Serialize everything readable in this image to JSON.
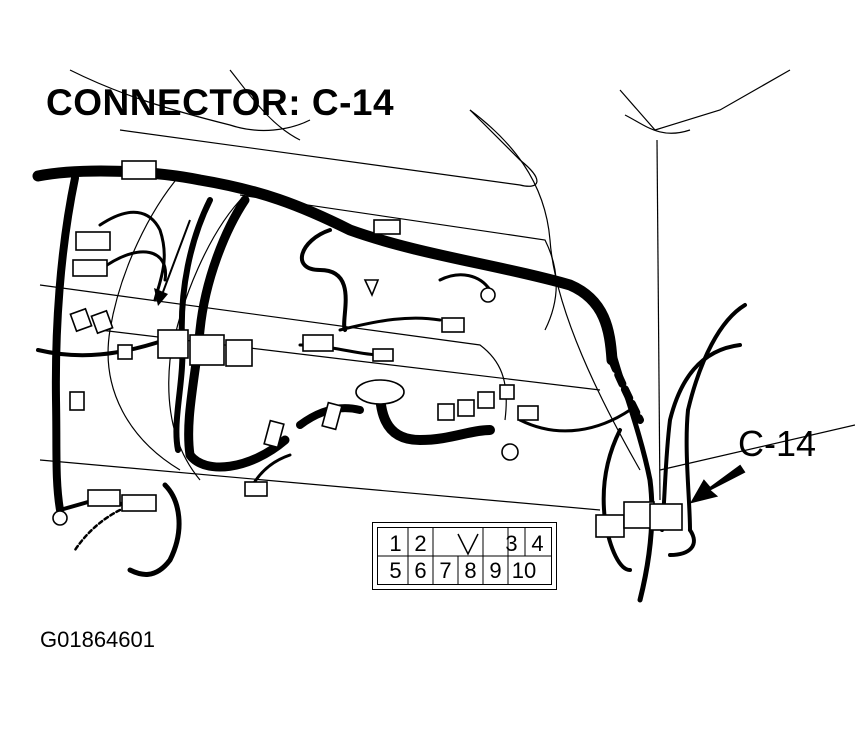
{
  "title": "CONNECTOR: C-14",
  "callout_label": "C-14",
  "figure_id": "G01864601",
  "pinout": {
    "row1": [
      "1",
      "2",
      "",
      "3",
      "4"
    ],
    "row2": [
      "5",
      "6",
      "7",
      "8",
      "9",
      "10"
    ]
  }
}
